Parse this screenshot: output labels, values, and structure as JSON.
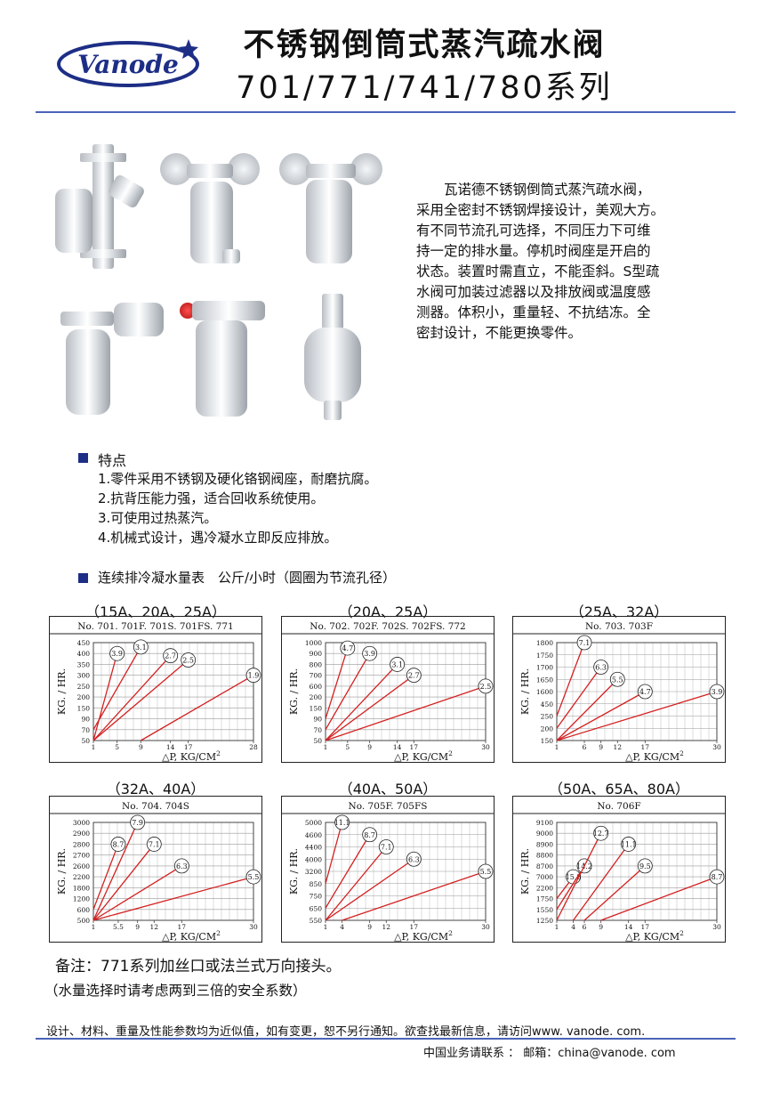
{
  "brand": {
    "name": "Vanode"
  },
  "header": {
    "title_line1": "不锈钢倒筒式蒸汽疏水阀",
    "title_line2": "701/771/741/780系列"
  },
  "intro": "　　瓦诺德不锈钢倒筒式蒸汽疏水阀，\n采用全密封不锈钢焊接设计，美观大方。\n有不同节流孔可选择，不同压力下可维\n持一定的排水量。停机时阀座是开启的\n状态。装置时需直立，不能歪斜。S型疏\n水阀可加装过滤器以及排放阀或温度感\n测器。体积小，重量轻、不抗结冻。全\n密封设计，不能更换零件。",
  "features": {
    "heading": "特点",
    "items": [
      "1.零件采用不锈钢及硬化铬钢阀座，耐磨抗腐。",
      "2.抗背压能力强，适合回收系统使用。",
      "3.可使用过热蒸汽。",
      "4.机械式设计，遇冷凝水立即反应排放。"
    ]
  },
  "charts_section": {
    "heading": "连续排冷凝水量表　公斤/小时（圆圈为节流孔径）"
  },
  "colors": {
    "accent": "#1d2e86",
    "rule": "#4a64b8",
    "series_line": "#d42020",
    "grid": "#444444"
  },
  "chart_data": [
    {
      "type": "line",
      "title": "（15A、20A、25A）",
      "subtitle": "No. 701. 701F. 701S. 701FS. 771",
      "xlabel": "△P, KG/CM",
      "xlabel_sup": "2",
      "ylabel": "KG. / HR.",
      "x_ticks": [
        "1",
        "5",
        "9",
        "14",
        "17",
        "28"
      ],
      "y_ticks": [
        "50",
        "70",
        "90",
        "150",
        "200",
        "250",
        "300",
        "350",
        "400",
        "450"
      ],
      "series": [
        {
          "name": "3.9",
          "values": [
            [
              1,
              50
            ],
            [
              5,
              400
            ]
          ]
        },
        {
          "name": "3.1",
          "values": [
            [
              1,
              70
            ],
            [
              9,
              430
            ]
          ]
        },
        {
          "name": "2.7",
          "values": [
            [
              1,
              50
            ],
            [
              14,
              390
            ]
          ]
        },
        {
          "name": "2.5",
          "values": [
            [
              1,
              50
            ],
            [
              17,
              370
            ]
          ]
        },
        {
          "name": "1.9",
          "values": [
            [
              9,
              50
            ],
            [
              28,
              300
            ]
          ]
        }
      ]
    },
    {
      "type": "line",
      "title": "（20A、25A）",
      "subtitle": "No. 702. 702F. 702S. 702FS. 772",
      "xlabel": "△P, KG/CM",
      "xlabel_sup": "2",
      "ylabel": "KG. / HR.",
      "x_ticks": [
        "1",
        "5",
        "9",
        "14",
        "17",
        "30"
      ],
      "y_ticks": [
        "50",
        "70",
        "90",
        "150",
        "200",
        "600",
        "700",
        "800",
        "900",
        "1000"
      ],
      "series": [
        {
          "name": "4.7",
          "values": [
            [
              1,
              90
            ],
            [
              5,
              950
            ]
          ]
        },
        {
          "name": "3.9",
          "values": [
            [
              1,
              70
            ],
            [
              9,
              900
            ]
          ]
        },
        {
          "name": "3.1",
          "values": [
            [
              1,
              50
            ],
            [
              14,
              800
            ]
          ]
        },
        {
          "name": "2.7",
          "values": [
            [
              1,
              50
            ],
            [
              17,
              700
            ]
          ]
        },
        {
          "name": "2.5",
          "values": [
            [
              1,
              50
            ],
            [
              30,
              600
            ]
          ]
        }
      ]
    },
    {
      "type": "line",
      "title": "（25A、32A）",
      "subtitle": "No. 703. 703F",
      "xlabel": "△P, KG/CM",
      "xlabel_sup": "2",
      "ylabel": "KG. / HR.",
      "x_ticks": [
        "1",
        "6",
        "9",
        "12",
        "17",
        "30"
      ],
      "y_ticks": [
        "150",
        "200",
        "250",
        "450",
        "1600",
        "1650",
        "1700",
        "1750",
        "1800"
      ],
      "series": [
        {
          "name": "7.1",
          "values": [
            [
              1,
              250
            ],
            [
              6,
              1800
            ]
          ]
        },
        {
          "name": "6.3",
          "values": [
            [
              1,
              200
            ],
            [
              9,
              1700
            ]
          ]
        },
        {
          "name": "5.5",
          "values": [
            [
              1,
              150
            ],
            [
              12,
              1650
            ]
          ]
        },
        {
          "name": "4.7",
          "values": [
            [
              1,
              150
            ],
            [
              17,
              1600
            ]
          ]
        },
        {
          "name": "3.9",
          "values": [
            [
              1,
              150
            ],
            [
              30,
              1600
            ]
          ]
        }
      ]
    },
    {
      "type": "line",
      "title": "（32A、40A）",
      "subtitle": "No. 704. 704S",
      "xlabel": "△P, KG/CM",
      "xlabel_sup": "2",
      "ylabel": "KG. / HR.",
      "x_ticks": [
        "1",
        "5.5",
        "9",
        "12",
        "17",
        "30"
      ],
      "y_ticks": [
        "500",
        "600",
        "1200",
        "1800",
        "2200",
        "2600",
        "2700",
        "2800",
        "2900",
        "3000"
      ],
      "series": [
        {
          "name": "8.7",
          "values": [
            [
              1,
              600
            ],
            [
              5.5,
              2800
            ]
          ]
        },
        {
          "name": "7.9",
          "values": [
            [
              1,
              500
            ],
            [
              9,
              3000
            ]
          ]
        },
        {
          "name": "7.1",
          "values": [
            [
              1,
              500
            ],
            [
              12,
              2800
            ]
          ]
        },
        {
          "name": "6.3",
          "values": [
            [
              1,
              500
            ],
            [
              17,
              2600
            ]
          ]
        },
        {
          "name": "5.5",
          "values": [
            [
              1,
              500
            ],
            [
              30,
              2200
            ]
          ]
        }
      ]
    },
    {
      "type": "line",
      "title": "（40A、50A）",
      "subtitle": "No. 705F. 705FS",
      "xlabel": "△P, KG/CM",
      "xlabel_sup": "2",
      "ylabel": "KG. / HR.",
      "x_ticks": [
        "1",
        "4",
        "9",
        "12",
        "17",
        "30"
      ],
      "y_ticks": [
        "550",
        "650",
        "750",
        "850",
        "3200",
        "4000",
        "4400",
        "4600",
        "5000"
      ],
      "series": [
        {
          "name": "11.1",
          "values": [
            [
              1,
              850
            ],
            [
              4,
              5000
            ]
          ]
        },
        {
          "name": "8.7",
          "values": [
            [
              1,
              650
            ],
            [
              9,
              4600
            ]
          ]
        },
        {
          "name": "7.1",
          "values": [
            [
              1,
              550
            ],
            [
              12,
              4400
            ]
          ]
        },
        {
          "name": "6.3",
          "values": [
            [
              1,
              550
            ],
            [
              17,
              4000
            ]
          ]
        },
        {
          "name": "5.5",
          "values": [
            [
              4,
              550
            ],
            [
              30,
              3200
            ]
          ]
        }
      ]
    },
    {
      "type": "line",
      "title": "（50A、65A、80A）",
      "subtitle": "No. 706F",
      "xlabel": "△P, KG/CM",
      "xlabel_sup": "2",
      "ylabel": "KG. / HR.",
      "x_ticks": [
        "1",
        "4",
        "6",
        "9",
        "14",
        "17",
        "30"
      ],
      "y_ticks": [
        "1250",
        "1550",
        "1750",
        "2200",
        "7000",
        "8700",
        "8800",
        "8900",
        "9000",
        "9100"
      ],
      "series": [
        {
          "name": "15.8",
          "values": [
            [
              1,
              1750
            ],
            [
              4,
              7000
            ]
          ]
        },
        {
          "name": "14.2",
          "values": [
            [
              1,
              1550
            ],
            [
              6,
              8700
            ]
          ]
        },
        {
          "name": "12.7",
          "values": [
            [
              1,
              1250
            ],
            [
              9,
              9000
            ]
          ]
        },
        {
          "name": "11.1",
          "values": [
            [
              4,
              1250
            ],
            [
              14,
              8900
            ]
          ]
        },
        {
          "name": "9.5",
          "values": [
            [
              6,
              1250
            ],
            [
              17,
              8700
            ]
          ]
        },
        {
          "name": "8.7",
          "values": [
            [
              9,
              1250
            ],
            [
              30,
              7000
            ]
          ]
        }
      ]
    }
  ],
  "notes": {
    "remark": "备注：771系列加丝口或法兰式万向接头。",
    "safety": "（水量选择时请考虑两到三倍的安全系数）"
  },
  "footer": {
    "disclaimer": "设计、材料、重量及性能参数均为近似值，如有变更，恕不另行通知。欲查找最新信息，请访问www. vanode. com.",
    "contact": "中国业务请联系 ： 邮箱：china@vanode. com"
  }
}
